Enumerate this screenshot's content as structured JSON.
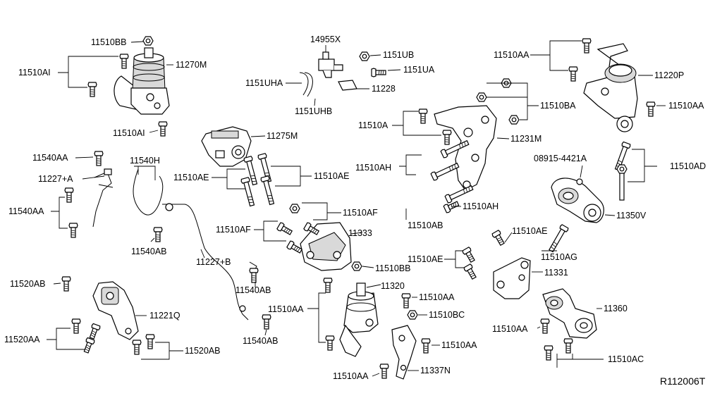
{
  "diagram": {
    "ref": "R112006T",
    "callouts": {
      "c11510BB_top": "11510BB",
      "c11510AI_left": "11510AI",
      "c11270M": "11270M",
      "c11510AI_bot": "11510AI",
      "c14955X": "14955X",
      "c1151UB": "1151UB",
      "c1151UA": "1151UA",
      "c1151UHA": "1151UHA",
      "c11228": "11228",
      "c1151UHB": "1151UHB",
      "c11510AA_tr": "11510AA",
      "c11220P": "11220P",
      "c11510BA": "11510BA",
      "c11510AA_r1": "11510AA",
      "c11510A": "11510A",
      "c11231M": "11231M",
      "c11275M": "11275M",
      "c11540AA_top": "11540AA",
      "c11540H": "11540H",
      "c11227A": "11227+A",
      "c11540AA_mid": "11540AA",
      "c11510AE_left": "11510AE",
      "c11510AE_right": "11510AE",
      "c11510AH_top": "11510AH",
      "c08915": "08915-4421A",
      "c11510AD": "11510AD",
      "c11510AF_right": "11510AF",
      "c11510AH_bot": "11510AH",
      "c11510AF_left": "11510AF",
      "c11333": "11333",
      "c11510AB": "11510AB",
      "c11350V": "11350V",
      "c11540AB_left": "11540AB",
      "c11227B": "11227+B",
      "c11510AE_r2": "11510AE",
      "c11510AE_mid": "11510AE",
      "c11510AG": "11510AG",
      "c11510BB_mid": "11510BB",
      "c11331": "11331",
      "c11540AB_mid": "11540AB",
      "c11520AB_top": "11520AB",
      "c11320": "11320",
      "c11510AA_c1": "11510AA",
      "c11510AA_c2": "11510AA",
      "c11510BC": "11510BC",
      "c11360": "11360",
      "c11221Q": "11221Q",
      "c11510AA_r3": "11510AA",
      "c11520AA": "11520AA",
      "c11540AB_bot": "11540AB",
      "c11510AA_c3": "11510AA",
      "c11520AB_bot": "11520AB",
      "c11510AC": "11510AC",
      "c11337N": "11337N",
      "c11510AA_c4": "11510AA"
    }
  }
}
